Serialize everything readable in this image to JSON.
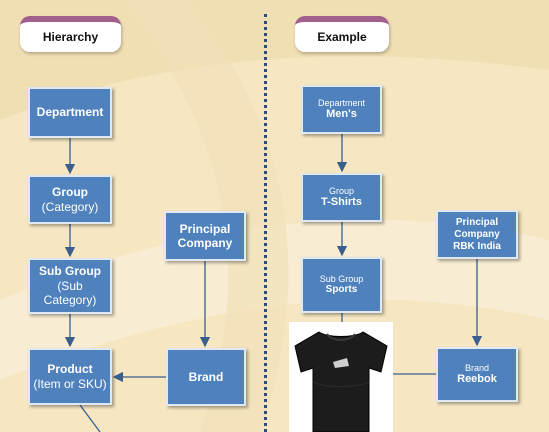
{
  "tabs": {
    "left": "Hierarchy",
    "right": "Example"
  },
  "hierarchy": {
    "department": "Department",
    "group": {
      "title": "Group",
      "sub": "(Category)"
    },
    "sub_group": {
      "title": "Sub Group",
      "sub1": "(Sub",
      "sub2": "Category)"
    },
    "product": {
      "title": "Product",
      "sub": "(Item or SKU)"
    },
    "principal": {
      "line1": "Principal",
      "line2": "Company"
    },
    "brand": "Brand"
  },
  "example": {
    "department": {
      "label": "Department",
      "value": "Men's"
    },
    "group": {
      "label": "Group",
      "value": "T-Shirts"
    },
    "sub_group": {
      "label": "Sub Group",
      "value": "Sports"
    },
    "principal": {
      "line1": "Principal",
      "line2": "Company",
      "value": "RBK India"
    },
    "brand": {
      "label": "Brand",
      "value": "Reebok"
    },
    "image_icon": "tshirt-icon"
  },
  "colors": {
    "box": "#4f81bd",
    "tab_accent": "#a2608c",
    "background": "#f6e7c2",
    "arrow": "#3a5f8c"
  }
}
